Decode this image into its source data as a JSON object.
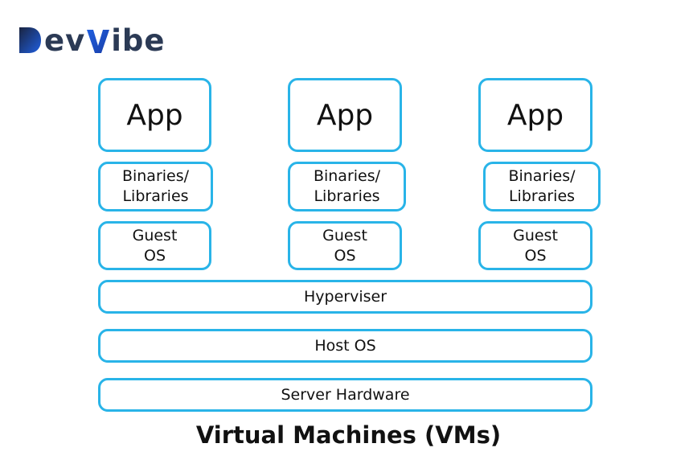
{
  "logo": {
    "brand_part1": "D",
    "brand_part2": "ev",
    "brand_part3": "V",
    "brand_part4": "ibe"
  },
  "stacks": [
    {
      "app": "App",
      "binaries": [
        "Binaries/",
        "Libraries"
      ],
      "guest_os": [
        "Guest",
        "OS"
      ]
    },
    {
      "app": "App",
      "binaries": [
        "Binaries/",
        "Libraries"
      ],
      "guest_os": [
        "Guest",
        "OS"
      ]
    },
    {
      "app": "App",
      "binaries": [
        "Binaries/",
        "Libraries"
      ],
      "guest_os": [
        "Guest",
        "OS"
      ]
    }
  ],
  "layers": {
    "hypervisor": "Hyperviser",
    "host_os": "Host OS",
    "hardware": "Server Hardware"
  },
  "caption": "Virtual Machines (VMs)",
  "colors": {
    "border": "#29b4e8",
    "brand_dark": "#2b3a55",
    "brand_blue": "#1f5fe0"
  }
}
